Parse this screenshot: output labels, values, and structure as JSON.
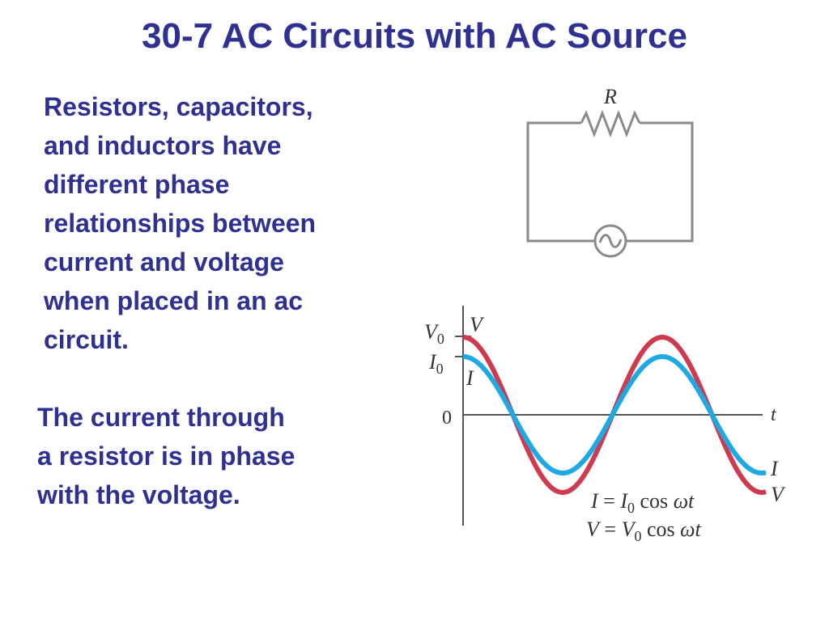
{
  "title": "30-7 AC Circuits with AC Source",
  "paragraph1": [
    "Resistors, capacitors,",
    "and inductors have",
    "different phase",
    "relationships between",
    "current and voltage",
    "when placed in an ac",
    "circuit."
  ],
  "paragraph2": [
    "The current through",
    "a resistor is in phase",
    "with the voltage."
  ],
  "circuit": {
    "resistor_label": "R",
    "source_icon": "ac-source-icon"
  },
  "graph": {
    "v0_label": "V",
    "v0_sub": "0",
    "i0_label": "I",
    "i0_sub": "0",
    "zero_label": "0",
    "t_label": "t",
    "v_curve_label_top": "V",
    "i_curve_label_top": "I",
    "i_curve_label_end": "I",
    "v_curve_label_end": "V",
    "eq1": {
      "lhs": "I",
      "eq": " = ",
      "sym": "I",
      "sub": "0",
      "func": " cos ",
      "arg": "ωt"
    },
    "eq2": {
      "lhs": "V",
      "eq": " = ",
      "sym": "V",
      "sub": "0",
      "func": " cos ",
      "arg": "ωt"
    },
    "colors": {
      "voltage": "#cf3a4f",
      "current": "#1ea8e4",
      "wire": "#8a8a8a",
      "axis": "#555555"
    }
  }
}
